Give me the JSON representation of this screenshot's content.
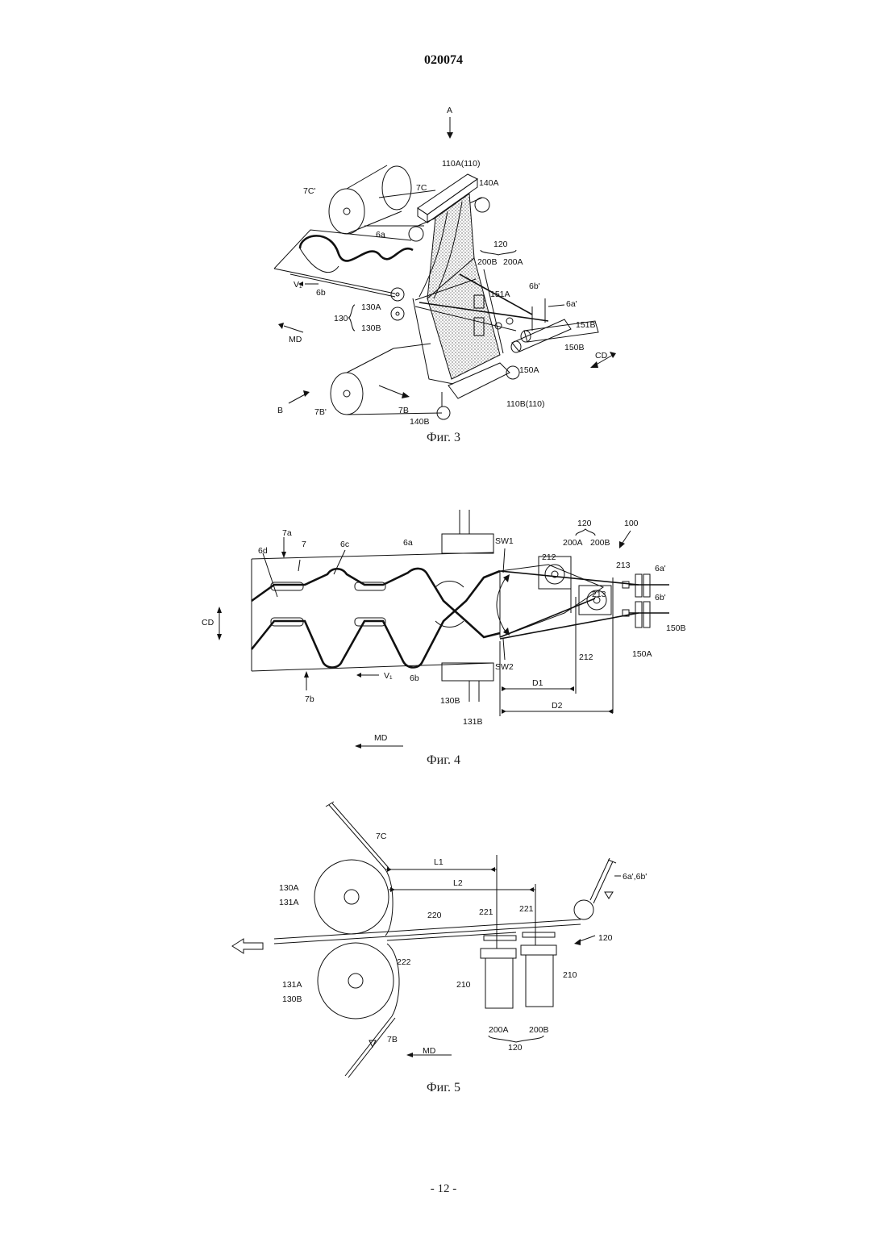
{
  "document": {
    "number": "020074",
    "page": "- 12 -"
  },
  "figures": [
    {
      "caption": "Фиг. 3",
      "labels": {
        "A": "A",
        "B": "B",
        "MD": "MD",
        "CD": "CD",
        "V1": "V₁",
        "l110A": "110A(110)",
        "l140A": "140A",
        "l7C": "7C",
        "l7Cp": "7C'",
        "l6a": "6a",
        "l6b": "6b",
        "l120": "120",
        "l200B": "200B",
        "l200A": "200A",
        "l6bp": "6b'",
        "l6ap": "6a'",
        "l151A": "151A",
        "l151B": "151B",
        "l150B": "150B",
        "l150A": "150A",
        "l130": "130",
        "l130A": "130A",
        "l130B": "130B",
        "l7Bp": "7B'",
        "l7B": "7B",
        "l140B": "140B",
        "l110B": "110B(110)"
      }
    },
    {
      "caption": "Фиг. 4",
      "labels": {
        "l7a": "7a",
        "l7": "7",
        "l6d": "6d",
        "l6c": "6c",
        "l6a": "6a",
        "l6b": "6b",
        "l7b": "7b",
        "V1": "V₁",
        "CD": "CD",
        "MD": "MD",
        "SW1": "SW1",
        "SW2": "SW2",
        "l120": "120",
        "l100": "100",
        "l200A": "200A",
        "l200B": "200B",
        "l212a": "212",
        "l212b": "212",
        "l213a": "213",
        "l213b": "213",
        "l6ap": "6a'",
        "l6bp": "6b'",
        "l150B": "150B",
        "l150A": "150A",
        "l130B": "130B",
        "l131B": "131B",
        "D1": "D1",
        "D2": "D2"
      }
    },
    {
      "caption": "Фиг. 5",
      "labels": {
        "l7C": "7C",
        "l130A": "130A",
        "l131A": "131A",
        "l131Ab": "131A",
        "l130B": "130B",
        "l7B": "7B",
        "L1": "L1",
        "L2": "L2",
        "l220": "220",
        "l221a": "221",
        "l221b": "221",
        "l222": "222",
        "l210a": "210",
        "l210b": "210",
        "l200A": "200A",
        "l200B": "200B",
        "l120": "120",
        "l120b": "120",
        "MD": "MD",
        "l6ap6bp": "6a',6b'"
      }
    }
  ]
}
